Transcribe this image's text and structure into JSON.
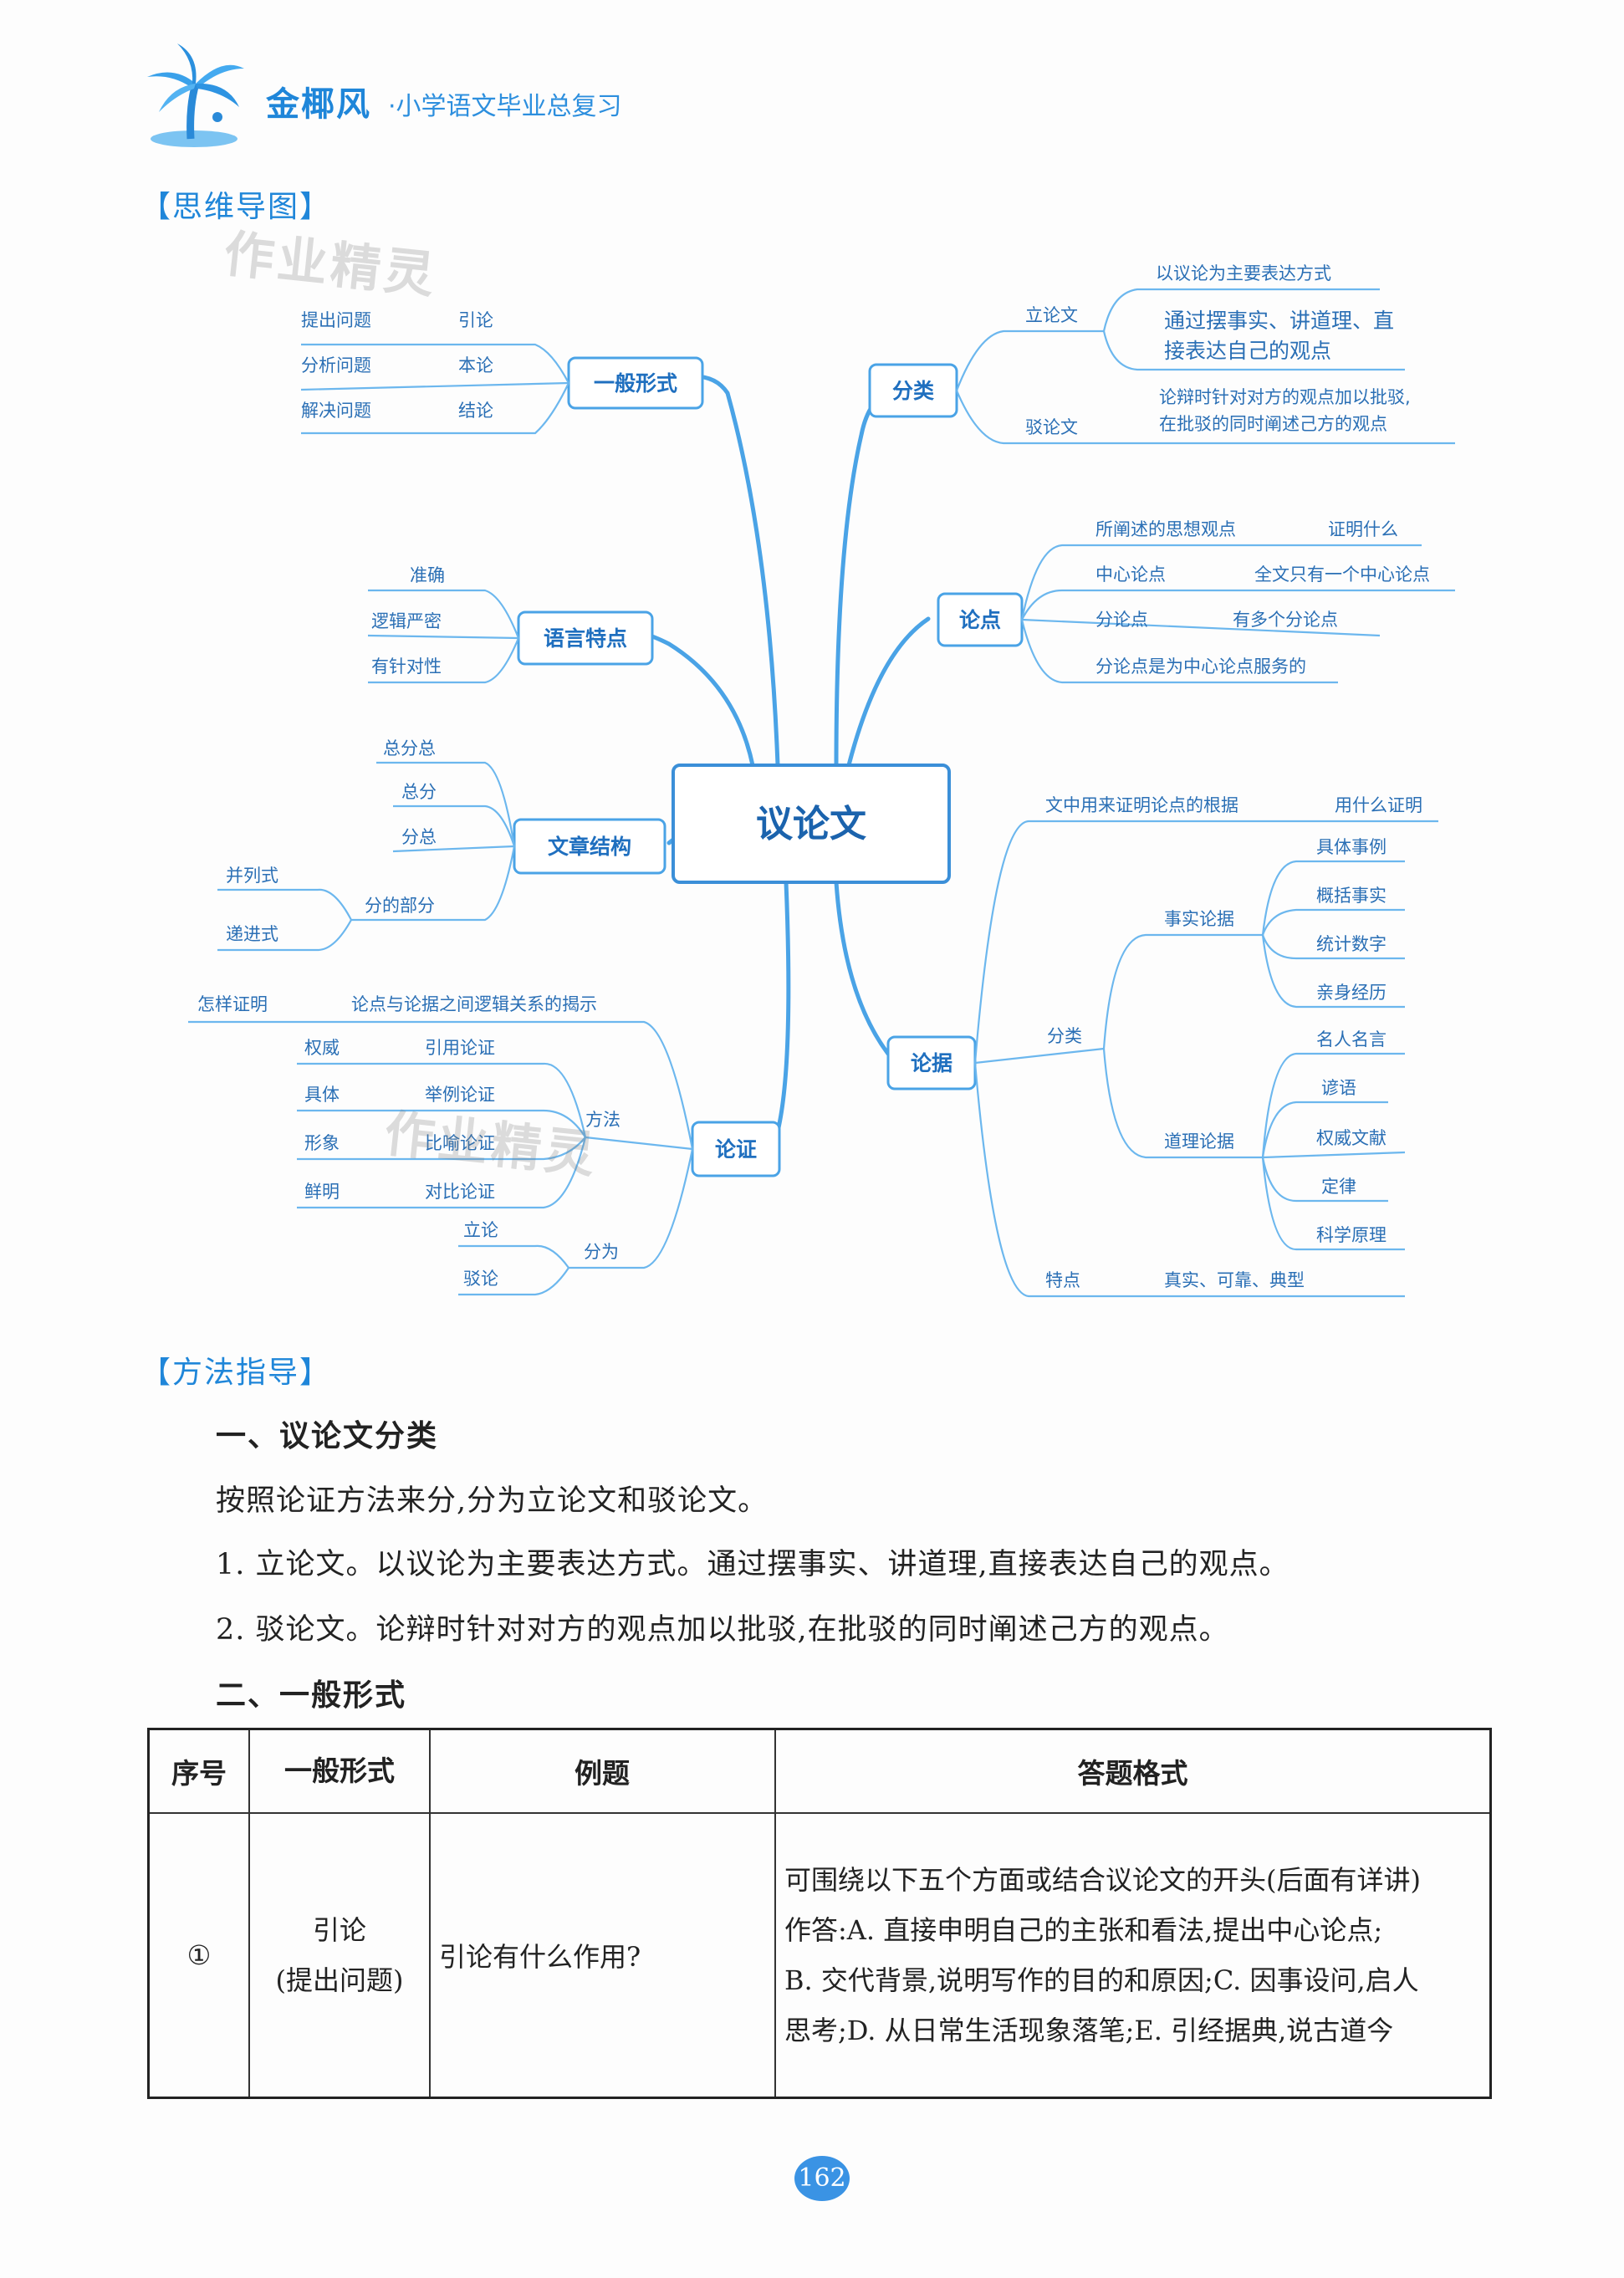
{
  "header": {
    "brand": "金椰风",
    "sub": "·小学语文毕业总复习"
  },
  "sections": {
    "mindmap_tag": "【思维导图】",
    "method_tag": "【方法指导】"
  },
  "watermark": "作业精灵",
  "mindmap": {
    "center": "议论文",
    "yiban": {
      "label": "一般形式",
      "rows": [
        [
          "提出问题",
          "引论"
        ],
        [
          "分析问题",
          "本论"
        ],
        [
          "解决问题",
          "结论"
        ]
      ]
    },
    "yuyan": {
      "label": "语言特点",
      "items": [
        "准确",
        "逻辑严密",
        "有针对性"
      ]
    },
    "jiegou": {
      "label": "文章结构",
      "items": [
        "总分总",
        "总分",
        "分总"
      ],
      "sub": "分的部分",
      "sub_items": [
        "并列式",
        "递进式"
      ]
    },
    "lunzheng": {
      "label": "论证",
      "top": [
        "怎样证明",
        "论点与论据之间逻辑关系的揭示"
      ],
      "method": "方法",
      "methods": [
        [
          "权威",
          "引用论证"
        ],
        [
          "具体",
          "举例论证"
        ],
        [
          "形象",
          "比喻论证"
        ],
        [
          "鲜明",
          "对比论证"
        ]
      ],
      "fenwei": "分为",
      "fen_items": [
        "立论",
        "驳论"
      ]
    },
    "fenlei": {
      "label": "分类",
      "lilun": "立论文",
      "lilun_items": [
        "以议论为主要表达方式",
        "通过摆事实、讲道理、直",
        "接表达自己的观点"
      ],
      "bolun": "驳论文",
      "bolun_items": [
        "论辩时针对对方的观点加以批驳,",
        "在批驳的同时阐述己方的观点"
      ]
    },
    "lundian": {
      "label": "论点",
      "rows": [
        [
          "所阐述的思想观点",
          "证明什么"
        ],
        [
          "中心论点",
          "全文只有一个中心论点"
        ],
        [
          "分论点",
          "有多个分论点"
        ],
        [
          "分论点是为中心论点服务的",
          ""
        ]
      ]
    },
    "lunju": {
      "label": "论据",
      "top": [
        "文中用来证明论点的根据",
        "用什么证明"
      ],
      "fenlei": "分类",
      "shishi": "事实论据",
      "shishi_items": [
        "具体事例",
        "概括事实",
        "统计数字",
        "亲身经历"
      ],
      "daoli": "道理论据",
      "daoli_items": [
        "名人名言",
        "谚语",
        "权威文献",
        "定律",
        "科学原理"
      ],
      "tedian": "特点",
      "tedian_val": "真实、可靠、典型"
    }
  },
  "method": {
    "h1": "一、议论文分类",
    "p1": "按照论证方法来分,分为立论文和驳论文。",
    "p2": "1. 立论文。以议论为主要表达方式。通过摆事实、讲道理,直接表达自己的观点。",
    "p3": "2. 驳论文。论辩时针对对方的观点加以批驳,在批驳的同时阐述己方的观点。",
    "h2": "二、一般形式"
  },
  "table": {
    "headers": [
      "序号",
      "一般形式",
      "例题",
      "答题格式"
    ],
    "row1": {
      "no": "①",
      "form1": "引论",
      "form2": "(提出问题)",
      "example": "引论有什么作用?",
      "answer": [
        "可围绕以下五个方面或结合议论文的开头(后面有详讲)",
        "作答:A. 直接申明自己的主张和看法,提出中心论点;",
        "B. 交代背景,说明写作的目的和原因;C. 因事设问,启人",
        "思考;D. 从日常生活现象落笔;E. 引经据典,说古道今"
      ]
    }
  },
  "page_number": "162",
  "colors": {
    "accent": "#1f86d9",
    "branch": "#4aa3e6"
  }
}
